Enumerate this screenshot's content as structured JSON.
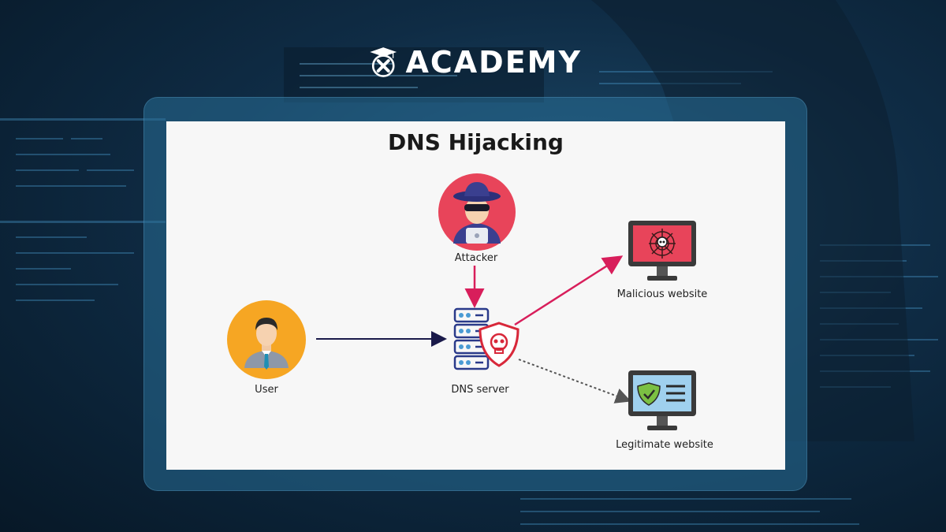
{
  "brand": {
    "name": "ACADEMY"
  },
  "diagram": {
    "title": "DNS Hijacking",
    "nodes": {
      "user": "User",
      "dns_server": "DNS server",
      "attacker": "Attacker",
      "malicious": "Malicious website",
      "legitimate": "Legitimate website"
    }
  },
  "colors": {
    "arrow_dark": "#1a1a4a",
    "arrow_red": "#d81e5b",
    "user_circle": "#f6a623",
    "attacker_circle": "#e8445a"
  },
  "icons": [
    "graduation-cap-icon",
    "user-icon",
    "attacker-icon",
    "server-icon",
    "skull-shield-icon",
    "malicious-monitor-icon",
    "legitimate-monitor-icon"
  ]
}
